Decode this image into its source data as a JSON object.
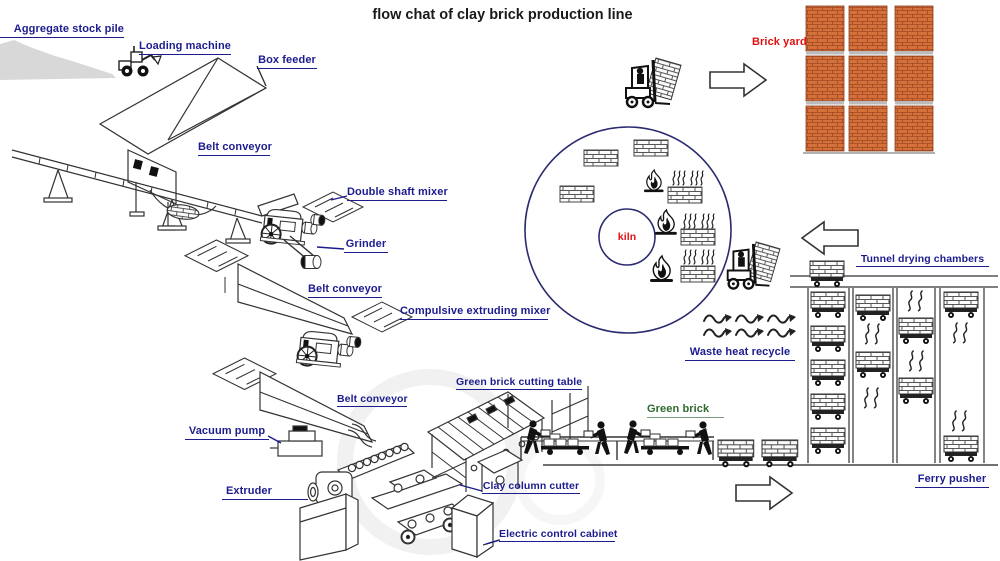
{
  "title": "flow chat of clay brick production line",
  "labels": {
    "aggregate_stock_pile": "Aggregate stock pile",
    "loading_machine": "Loading machine",
    "box_feeder": "Box feeder",
    "belt_conveyor_1": "Belt conveyor",
    "double_shaft_mixer": "Double shaft mixer",
    "grinder": "Grinder",
    "belt_conveyor_2": "Belt conveyor",
    "compulsive_extruding_mixer": "Compulsive extruding mixer",
    "green_brick_cutting_table": "Green brick cutting table",
    "belt_conveyor_3": "Belt conveyor",
    "vacuum_pump": "Vacuum pump",
    "extruder": "Extruder",
    "clay_column_cutter": "Clay column cutter",
    "electric_control_cabinet": "Electric control cabinet",
    "green_brick": "Green brick",
    "brick_yard": "Brick yard",
    "kiln": "kiln",
    "tunnel_drying_chambers": "Tunnel drying chambers",
    "waste_heat_recycle": "Waste heat recycle",
    "ferry_pusher": "Ferry pusher"
  },
  "colors": {
    "label": "#1c1c8f",
    "title": "#1a1a1a",
    "red": "#e01010",
    "green": "#2e6b2e",
    "brick": "#d4713b",
    "line": "#333333"
  }
}
